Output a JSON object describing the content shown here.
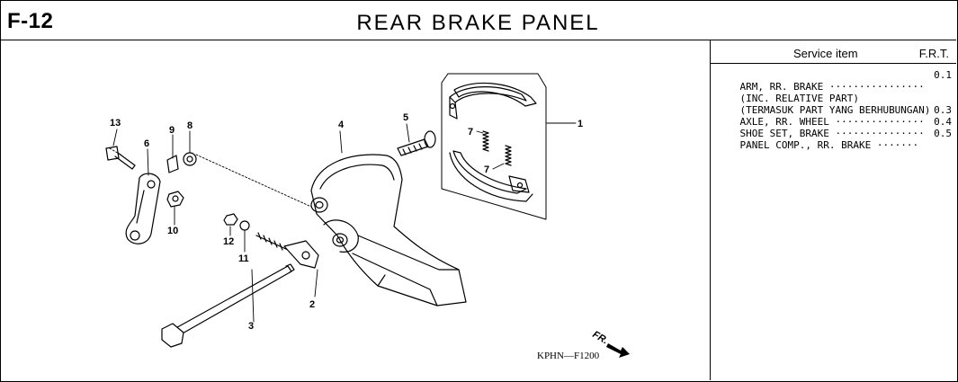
{
  "header": {
    "code": "F-12",
    "title": "REAR BRAKE PANEL"
  },
  "service_table": {
    "column_item": "Service item",
    "column_frt": "F.R.T.",
    "rows": [
      {
        "text": "ARM, RR. BRAKE ················",
        "value": "0.1"
      },
      {
        "text": "(INC. RELATIVE PART)",
        "value": ""
      },
      {
        "text": "(TERMASUK PART YANG BERHUBUNGAN)",
        "value": ""
      },
      {
        "text": "AXLE, RR. WHEEL ···············",
        "value": "0.3"
      },
      {
        "text": "SHOE SET, BRAKE ···············",
        "value": "0.4"
      },
      {
        "text": "PANEL COMP., RR. BRAKE ·······",
        "value": "0.5"
      }
    ]
  },
  "diagram": {
    "callouts": {
      "c1": "1",
      "c2": "2",
      "c3": "3",
      "c4": "4",
      "c5": "5",
      "c6": "6",
      "c7a": "7",
      "c7b": "7",
      "c8": "8",
      "c9": "9",
      "c10": "10",
      "c11": "11",
      "c12": "12",
      "c13": "13"
    },
    "direction_label": "FR.",
    "drawing_code": "KPHN—F1200"
  }
}
